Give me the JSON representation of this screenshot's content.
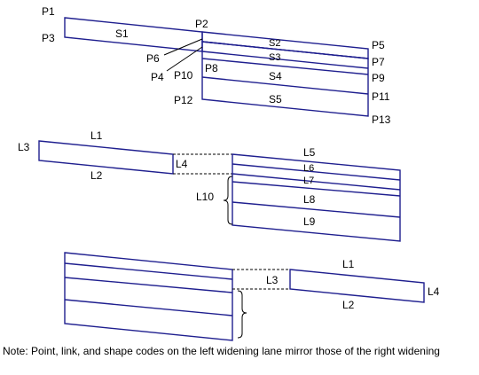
{
  "title": "",
  "colors": {
    "lane_stroke": "#1f1f8f",
    "connector_stroke": "#000000",
    "text": "#000000",
    "background": "#ffffff"
  },
  "diagram1": {
    "points": {
      "p1": "P1",
      "p2": "P2",
      "p3": "P3",
      "p4": "P4",
      "p5": "P5",
      "p6": "P6",
      "p7": "P7",
      "p8": "P8",
      "p9": "P9",
      "p10": "P10",
      "p11": "P11",
      "p12": "P12",
      "p13": "P13"
    },
    "shapes": {
      "s1": "S1",
      "s2": "S2",
      "s3": "S3",
      "s4": "S4",
      "s5": "S5"
    }
  },
  "diagram2": {
    "links": {
      "l1": "L1",
      "l2": "L2",
      "l3": "L3",
      "l4": "L4",
      "l5": "L5",
      "l6": "L6",
      "l7": "L7",
      "l8": "L8",
      "l9": "L9",
      "l10": "L10"
    }
  },
  "diagram3": {
    "links": {
      "l1": "L1",
      "l2": "L2",
      "l3": "L3",
      "l4": "L4"
    }
  },
  "note": "Note: Point, link, and shape codes on the left widening lane mirror those of the right widening"
}
